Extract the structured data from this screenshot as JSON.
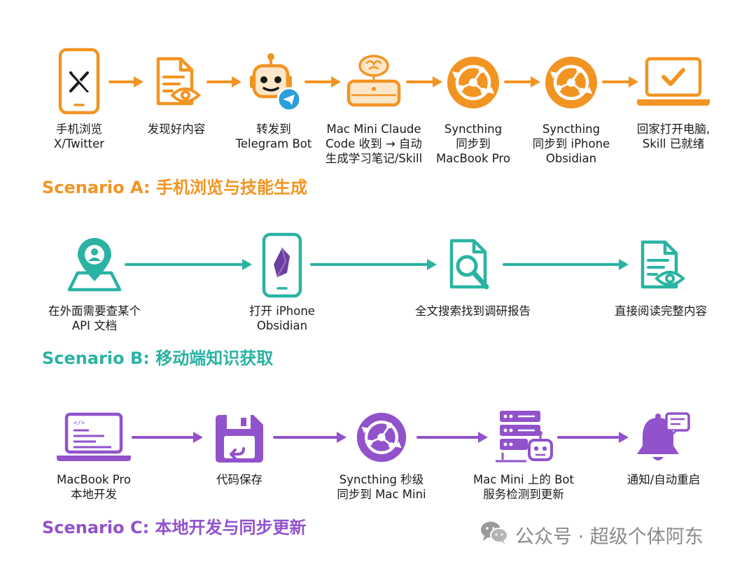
{
  "colors": {
    "scenario_a": "#F29422",
    "scenario_b": "#2AB3A3",
    "scenario_c": "#9152CC"
  },
  "scenario_a": {
    "title": "Scenario A: 手机浏览与技能生成",
    "steps": [
      {
        "icon": "x-phone-icon",
        "lines": [
          "手机浏览",
          "X/Twitter"
        ]
      },
      {
        "icon": "document-eye-icon",
        "lines": [
          "发现好内容"
        ]
      },
      {
        "icon": "robot-telegram-icon",
        "lines": [
          "转发到",
          "Telegram Bot"
        ]
      },
      {
        "icon": "mac-mini-brain-icon",
        "lines": [
          "Mac Mini Claude",
          "Code 收到 → 自动",
          "生成学习笔记/Skill"
        ]
      },
      {
        "icon": "syncthing-icon",
        "lines": [
          "Syncthing",
          "同步到",
          "MacBook Pro"
        ]
      },
      {
        "icon": "syncthing-icon",
        "lines": [
          "Syncthing",
          "同步到 iPhone",
          "Obsidian"
        ]
      },
      {
        "icon": "laptop-check-icon",
        "lines": [
          "回家打开电脑,",
          "Skill 已就绪"
        ]
      }
    ]
  },
  "scenario_b": {
    "title": "Scenario B: 移动端知识获取",
    "steps": [
      {
        "icon": "map-pin-person-icon",
        "lines": [
          "在外面需要查某个",
          "API 文档"
        ]
      },
      {
        "icon": "phone-obsidian-icon",
        "lines": [
          "打开 iPhone",
          "Obsidian"
        ]
      },
      {
        "icon": "document-search-icon",
        "lines": [
          "全文搜索找到调研报告"
        ]
      },
      {
        "icon": "document-eye-icon",
        "lines": [
          "直接阅读完整内容"
        ]
      }
    ]
  },
  "scenario_c": {
    "title": "Scenario C: 本地开发与同步更新",
    "steps": [
      {
        "icon": "laptop-code-icon",
        "lines": [
          "MacBook Pro",
          "本地开发"
        ]
      },
      {
        "icon": "save-icon",
        "lines": [
          "代码保存"
        ]
      },
      {
        "icon": "syncthing-icon",
        "lines": [
          "Syncthing 秒级",
          "同步到 Mac Mini"
        ]
      },
      {
        "icon": "server-bot-icon",
        "lines": [
          "Mac Mini 上的 Bot",
          "服务检测到更新"
        ]
      },
      {
        "icon": "bell-message-icon",
        "lines": [
          "通知/自动重启"
        ]
      }
    ]
  },
  "watermark": {
    "text": "公众号 · 超级个体阿东",
    "icon": "wechat-icon"
  }
}
